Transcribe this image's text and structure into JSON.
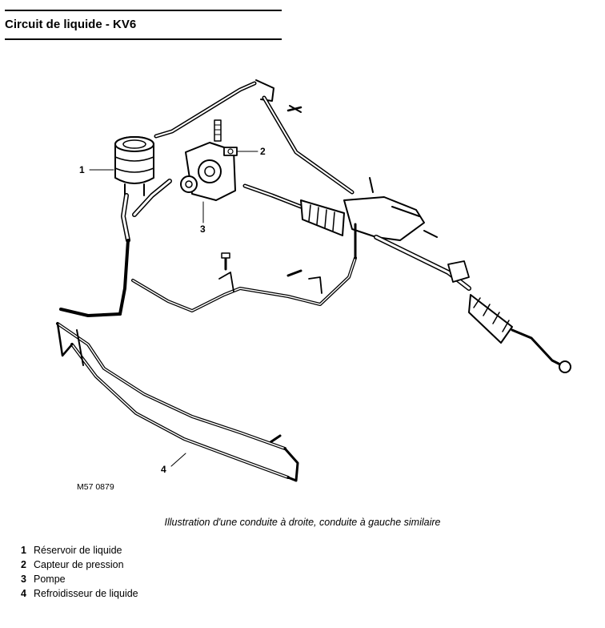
{
  "header": {
    "title": "Circuit de liquide - KV6"
  },
  "figure": {
    "ref": "M57 0879",
    "caption": "Illustration d'une conduite à droite, conduite à gauche similaire",
    "callouts": [
      {
        "num": "1",
        "target": "reservoir"
      },
      {
        "num": "2",
        "target": "pressure-sensor"
      },
      {
        "num": "3",
        "target": "pump"
      },
      {
        "num": "4",
        "target": "cooler"
      }
    ]
  },
  "legend": [
    {
      "num": "1",
      "text": "Réservoir de liquide"
    },
    {
      "num": "2",
      "text": "Capteur de pression"
    },
    {
      "num": "3",
      "text": "Pompe"
    },
    {
      "num": "4",
      "text": "Refroidisseur de liquide"
    }
  ]
}
